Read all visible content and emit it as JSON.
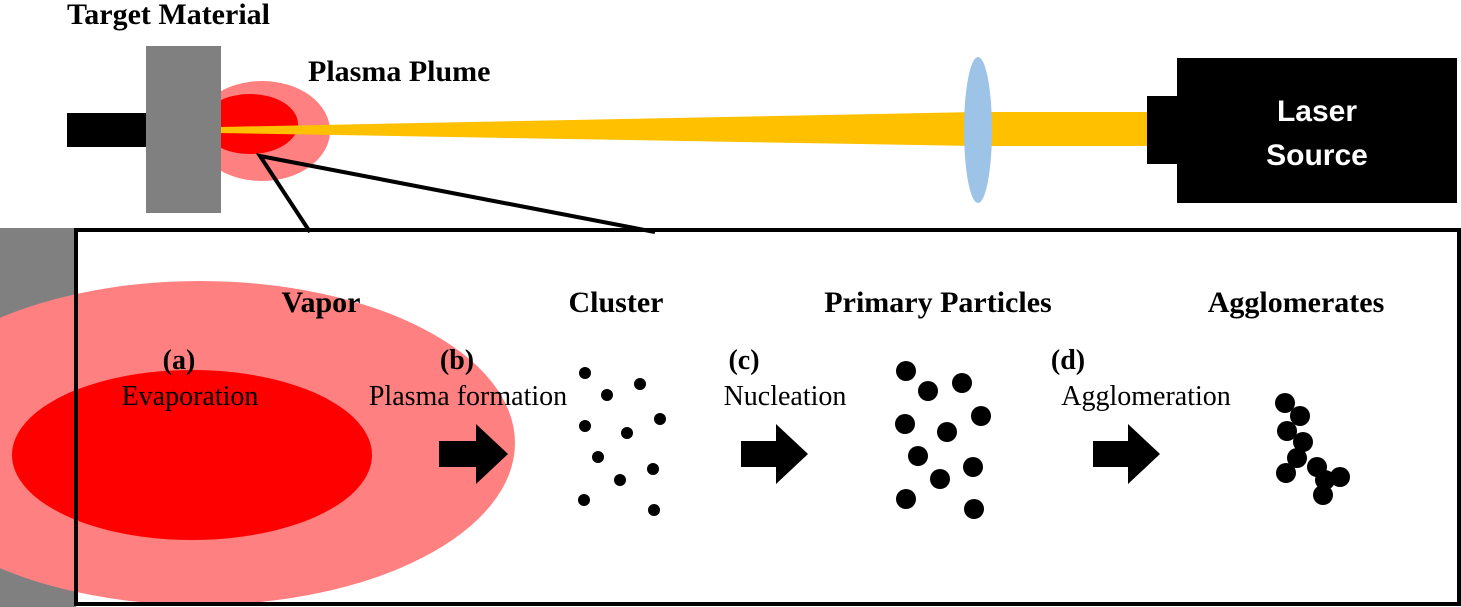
{
  "labels": {
    "target_material": "Target Material",
    "plasma_plume": "Plasma Plume",
    "laser_source_line1": "Laser",
    "laser_source_line2": "Source"
  },
  "stages": [
    {
      "title": "Vapor",
      "step": "(a)",
      "process": "Evaporation"
    },
    {
      "title": "",
      "step": "(b)",
      "process": "Plasma formation"
    },
    {
      "title": "Cluster",
      "step": "(c)",
      "process": "Nucleation"
    },
    {
      "title": "Primary Particles",
      "step": "(d)",
      "process": "Agglomeration"
    },
    {
      "title": "Agglomerates",
      "step": "",
      "process": ""
    }
  ],
  "colors": {
    "target_gray": "#808080",
    "plume_outer": "#ff8080",
    "plume_inner": "#ff0000",
    "laser_beam": "#ffc000",
    "lens": "#9dc3e6",
    "particle": "#000000",
    "laser_box": "#000000"
  }
}
